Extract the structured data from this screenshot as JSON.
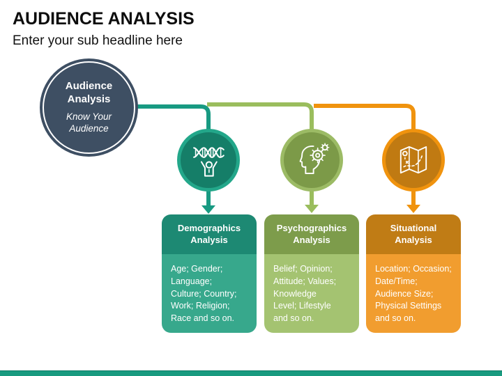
{
  "slide": {
    "title": "AUDIENCE ANALYSIS",
    "subtitle": "Enter your sub headline here"
  },
  "hub": {
    "title": "Audience Analysis",
    "tagline": "Know Your Audience"
  },
  "branches": [
    {
      "name": "demographics",
      "icon": "dna-person-icon",
      "header": "Demographics Analysis",
      "body": "Age; Gender;\nLanguage;\nCulture; Country;\nWork; Religion;\nRace and so on.",
      "color_line": "#189a82",
      "color_ring": "#23a78a",
      "color_circle_fill": "#157e68",
      "color_header_bg": "#1d8973",
      "color_body_bg": "#37a88c"
    },
    {
      "name": "psychographics",
      "icon": "head-gears-icon",
      "header": "Psychographics Analysis",
      "body": "Belief; Opinion;\nAttitude; Values;\nKnowledge\nLevel; Lifestyle\nand so on.",
      "color_line": "#9abd5d",
      "color_ring": "#9cbb65",
      "color_circle_fill": "#7c9a48",
      "color_header_bg": "#7d9c4b",
      "color_body_bg": "#a4c371"
    },
    {
      "name": "situational",
      "icon": "map-icon",
      "header": "Situational Analysis",
      "body": "Location; Occasion;\nDate/Time;\nAudience Size;\nPhysical Settings\nand so on.",
      "color_line": "#f0930e",
      "color_ring": "#f0930e",
      "color_circle_fill": "#c07a12",
      "color_header_bg": "#c07c15",
      "color_body_bg": "#f19d2f"
    }
  ],
  "colors": {
    "hub_circle": "#3e4f63",
    "hub_text": "#ffffff",
    "footer_bar": "#199a7f",
    "title_text": "#0d0d0d"
  }
}
